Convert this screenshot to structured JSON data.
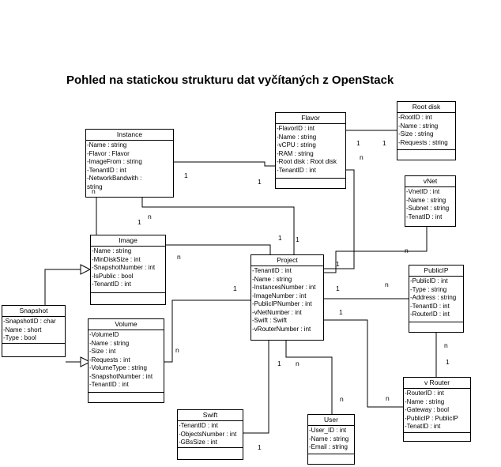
{
  "title": "Pohled na statickou strukturu dat vyčítaných z OpenStack",
  "classes": {
    "instance": {
      "name": "Instance",
      "attrs": [
        "-Name : string",
        "-Flavor : Flavor",
        "-ImageFrom : string",
        "-TenantID : int",
        "-NetworkBandwith : string"
      ]
    },
    "flavor": {
      "name": "Flavor",
      "attrs": [
        "-FlavorID : int",
        "-Name : string",
        "-vCPU : string",
        "-RAM : string",
        "-Root disk : Root disk",
        "-TenantID : int"
      ]
    },
    "rootdisk": {
      "name": "Root disk",
      "attrs": [
        "-RootID : int",
        "-Name : string",
        "-Size : string",
        "-Requests : string"
      ]
    },
    "vnet": {
      "name": "vNet",
      "attrs": [
        "-VnetID : int",
        "-Name : string",
        "-Subnet : string",
        "-TenatID : int"
      ]
    },
    "image": {
      "name": "Image",
      "attrs": [
        "-Name : string",
        "-MinDiskSize : int",
        "-SnapshotNumber : int",
        "-IsPublic : bool",
        "-TenantID : int"
      ]
    },
    "project": {
      "name": "Project",
      "attrs": [
        "-TenantID : int",
        "-Name : string",
        "-InstancesNumber : int",
        "-ImageNumber : int",
        "-PublicIPNumber : int",
        "-vNetNumber : int",
        "-Swift : Swift",
        "-vRouterNumber : int"
      ]
    },
    "publicip": {
      "name": "PublicIP",
      "attrs": [
        "-PublicID : int",
        "-Type : string",
        "-Address : string",
        "-TenantID : int",
        "-RouterID : int"
      ]
    },
    "snapshot": {
      "name": "Snapshot",
      "attrs": [
        "-SnapshotID : char",
        "-Name : short",
        "-Type : bool"
      ]
    },
    "volume": {
      "name": "Volume",
      "attrs": [
        "-VolumeID",
        "-Name : string",
        "-Size : int",
        "-Requests : int",
        "-VolumeType : string",
        "-SnapshotNumber : int",
        "-TenantID : int"
      ]
    },
    "vrouter": {
      "name": "v Router",
      "attrs": [
        "-RouterID : int",
        "-Name : string",
        "-Gateway : bool",
        "-PublicIP : PublicIP",
        "-TenatID : int"
      ]
    },
    "swift": {
      "name": "Swift",
      "attrs": [
        "-TenantID : int",
        "-ObjectsNumber : int",
        "-GBsSize : int"
      ]
    },
    "user": {
      "name": "User",
      "attrs": [
        "-User_ID : int",
        "-Name : string",
        "-Email : string"
      ]
    }
  },
  "multiplicities": {
    "instance_flavor_inst": "1",
    "instance_flavor_flav": "1",
    "flavor_rootdisk_flav": "1",
    "flavor_rootdisk_root": "1",
    "flavor_project_flav": "n",
    "instance_image_inst": "n",
    "instance_image_img": "1",
    "instance_project_inst": "n",
    "instance_project_proj": "1",
    "image_project_img": "n",
    "image_project_proj": "1",
    "project_volume_proj": "1",
    "project_volume_vol": "n",
    "project_vnet_proj": "1",
    "project_vnet_vnet": "n",
    "project_publicip_proj": "1",
    "project_publicip_pip": "n",
    "project_vrouter_proj": "1",
    "project_vrouter_vr": "n",
    "project_swift_proj": "1",
    "project_swift_sw": "1",
    "project_user_proj": "n",
    "project_user_usr": "n",
    "publicip_vrouter_pip": "n",
    "publicip_vrouter_vr": "1"
  }
}
